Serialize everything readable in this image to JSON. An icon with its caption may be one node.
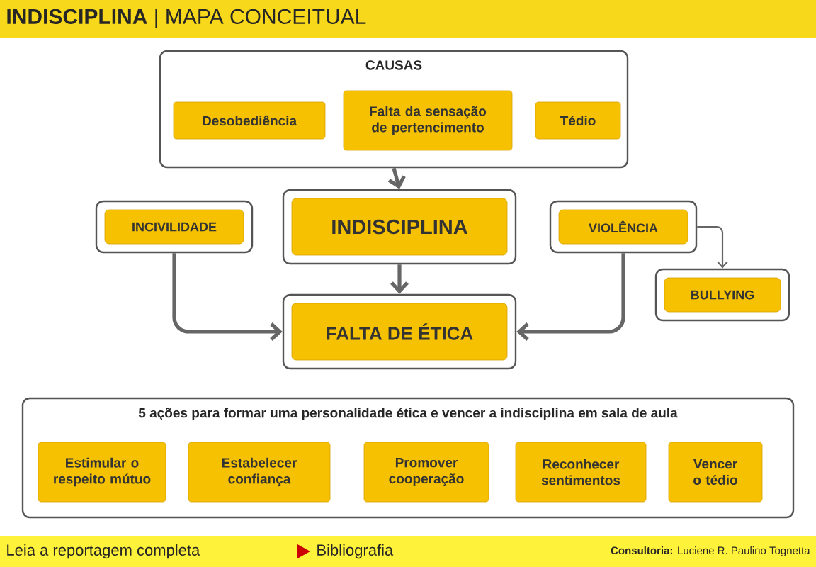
{
  "diagram": {
    "title": "**INDISCIPLINA** | MAPA CONCEITUAL",
    "nodes": [
      {
        "text": [
          "CAUSAS"
        ]
      },
      {
        "text": [
          "Desobediência"
        ],
        "in": 0
      },
      {
        "text": [
          "Falta da sensação de pertencimento"
        ],
        "in": 0
      },
      {
        "text": [
          "Tédio"
        ],
        "in": 0
      },
      {
        "text": [
          "INCIVILIDADE"
        ]
      },
      {
        "text": [
          "INDISCIPLINA"
        ]
      },
      {
        "text": [
          "VIOLÊNCIA"
        ]
      },
      {
        "text": [
          "BULLYING"
        ]
      },
      {
        "text": [
          "FALTA DE ÉTICA"
        ]
      },
      {
        "text": [
          "5 ações para formar uma personalidade ética e vencer a indisciplina em sala de aula"
        ]
      },
      {
        "text": [
          "Estimular o respeito mútuo"
        ],
        "in": 9
      },
      {
        "text": [
          "Estabelecer confiança"
        ],
        "in": 9
      },
      {
        "text": [
          "Promover cooperação"
        ],
        "in": 9
      },
      {
        "text": [
          "Reconhecer sentimentos"
        ],
        "in": 9
      },
      {
        "text": [
          "Vencer o tédio"
        ],
        "in": 9
      }
    ],
    "edges": [
      {
        "from": 0,
        "to": 5,
        "arrow": "to"
      },
      {
        "from": 5,
        "to": 8,
        "arrow": "to"
      },
      {
        "from": 4,
        "to": 8,
        "arrow": "to"
      },
      {
        "from": 6,
        "to": 8,
        "arrow": "to"
      },
      {
        "from": 6,
        "to": 7,
        "arrow": "to"
      }
    ],
    "labels": [
      "Leia a reportagem completa",
      "Bibliografia",
      "**Consultoria:** Luciene R. Paulino Tognetta"
    ]
  }
}
